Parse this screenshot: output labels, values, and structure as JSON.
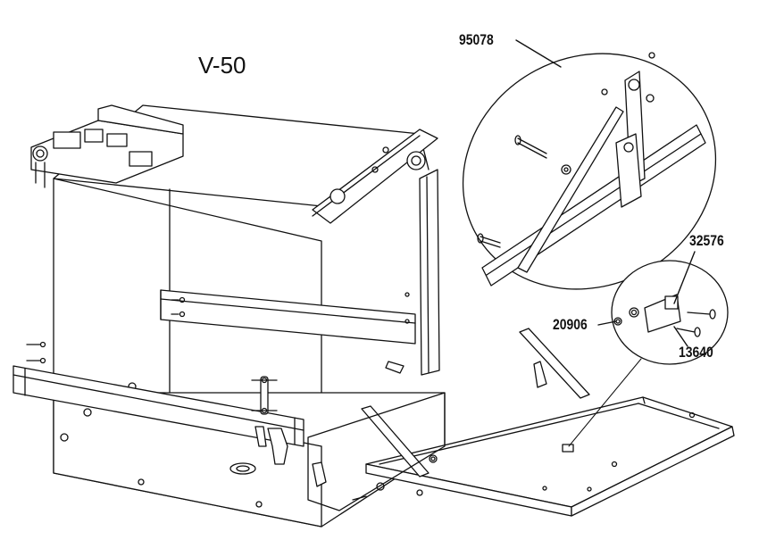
{
  "diagram": {
    "model": "V-50",
    "callouts": [
      {
        "id": "c1",
        "part_number": "95078"
      },
      {
        "id": "c2",
        "part_number": "32576"
      },
      {
        "id": "c3",
        "part_number": "20906"
      },
      {
        "id": "c4",
        "part_number": "13640"
      }
    ]
  }
}
